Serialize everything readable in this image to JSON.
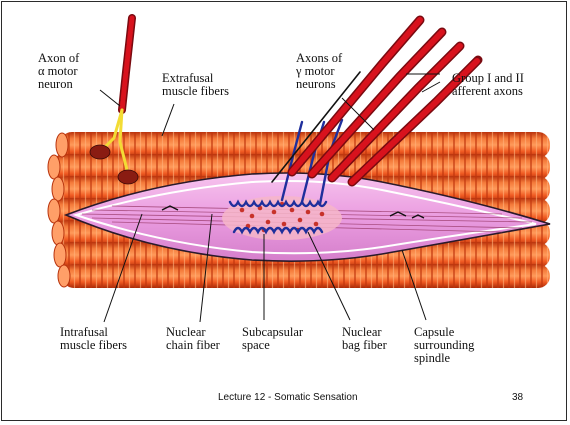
{
  "labels": {
    "alpha_axon": "Axon of\nα motor\nneuron",
    "extrafusal": "Extrafusal\nmuscle fibers",
    "gamma_axons": "Axons of\nγ motor\nneurons",
    "afferent": "Group I and II\nafferent axons",
    "intrafusal": "Intrafusal\nmuscle fibers",
    "chain": "Nuclear\nchain fiber",
    "subcapsular": "Subcapsular\nspace",
    "bag": "Nuclear\nbag fiber",
    "capsule": "Capsule\nsurrounding\nspindle"
  },
  "footer": {
    "title": "Lecture 12 - Somatic Sensation",
    "page_number": "38"
  },
  "colors": {
    "muscle": "#f05a22",
    "muscle_dark": "#b8330d",
    "capsule": "#f0a6e6",
    "axon_red": "#d8121d",
    "axon_blue": "#1f2f9c",
    "alpha_yellow": "#f3dc35"
  }
}
